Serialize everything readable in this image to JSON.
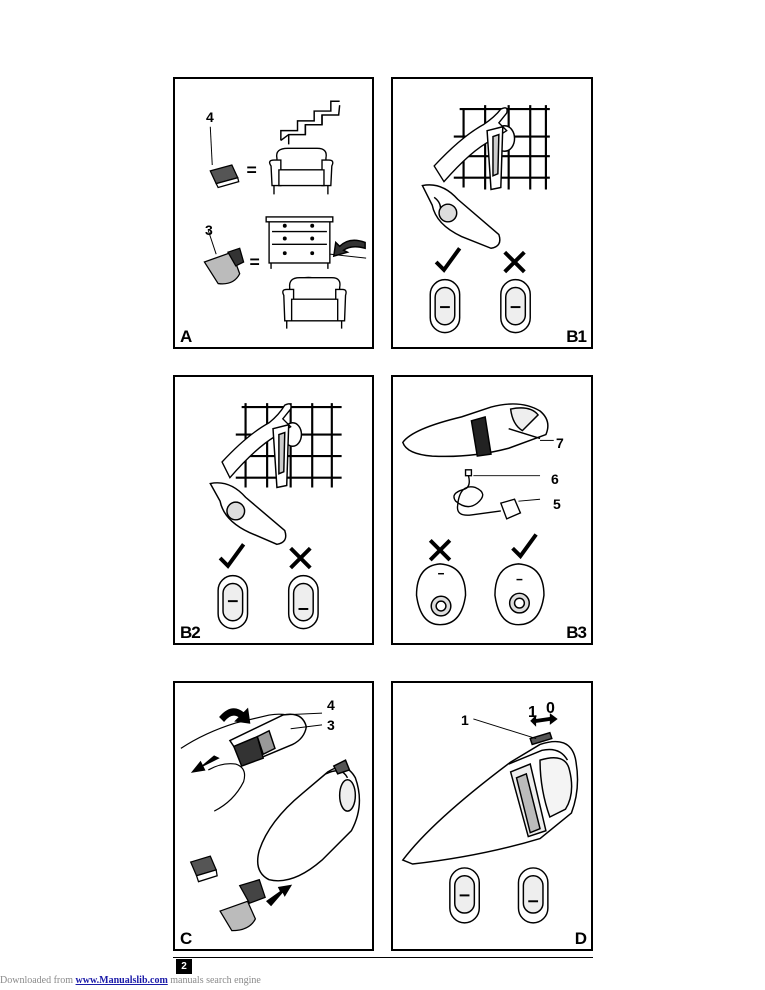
{
  "panels": {
    "A": {
      "label": "A",
      "callouts": [
        "4",
        "3"
      ]
    },
    "B1": {
      "label": "B1"
    },
    "B2": {
      "label": "B2"
    },
    "B3": {
      "label": "B3",
      "callouts": [
        "7",
        "6",
        "5"
      ]
    },
    "C": {
      "label": "C",
      "callouts": [
        "4",
        "3"
      ]
    },
    "D": {
      "label": "D",
      "callouts": [
        "1",
        "1",
        "0"
      ]
    }
  },
  "footer": {
    "page_number": "2",
    "prefix": "Downloaded from ",
    "link_text": "www.Manualslib.com",
    "suffix": " manuals search engine"
  },
  "icons": [
    "stairs-icon",
    "armchair-icon",
    "dresser-icon",
    "crevice-tool-icon",
    "brush-tool-icon",
    "hand-icon",
    "wall-bracket-icon",
    "vacuum-icon",
    "checkmark-icon",
    "cross-icon",
    "switch-icon",
    "charger-icon",
    "arrow-icon"
  ]
}
